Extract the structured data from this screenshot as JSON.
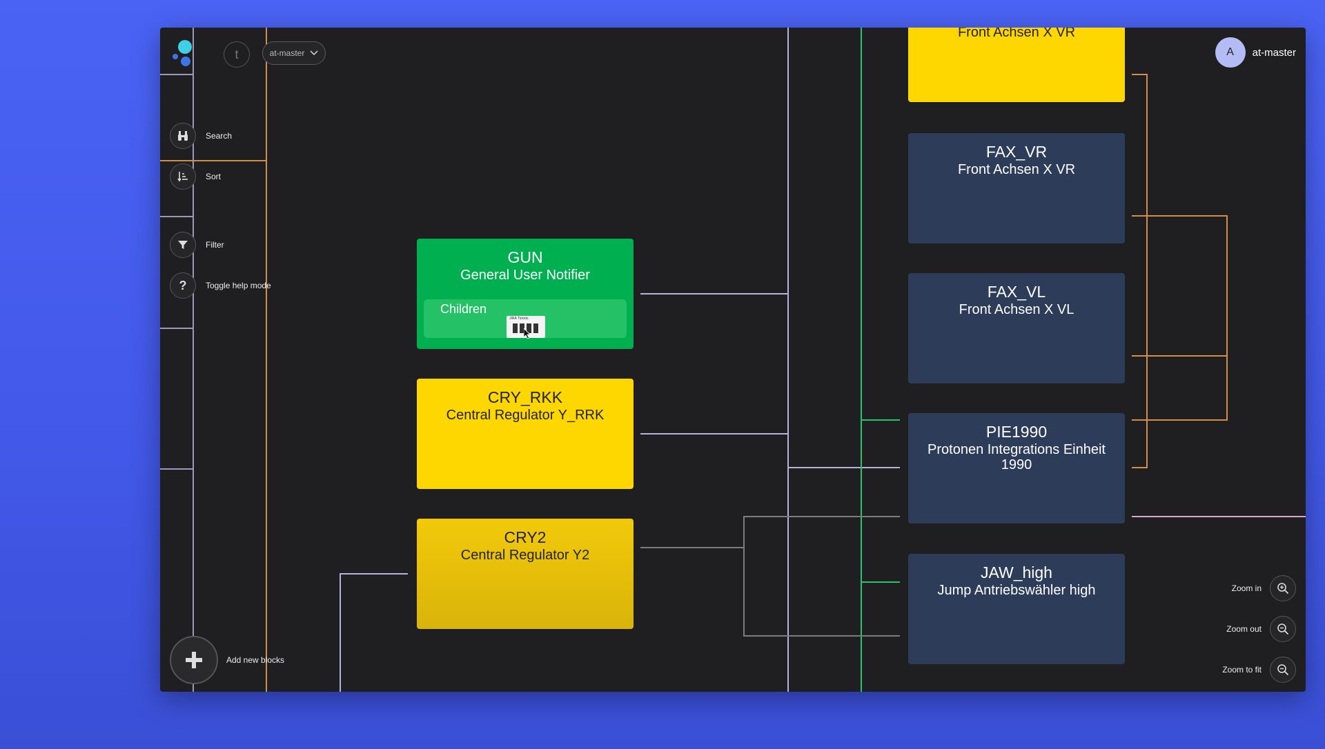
{
  "topbar": {
    "back_glyph": "t",
    "branch_label": "at-master",
    "user_initial": "A",
    "user_name": "at-master"
  },
  "sidebar": {
    "tools": [
      {
        "label": "Search",
        "icon": "binoculars-icon"
      },
      {
        "label": "Sort",
        "icon": "sort-icon"
      },
      {
        "label": "Filter",
        "icon": "filter-icon"
      },
      {
        "label": "Toggle help mode",
        "icon": "help-icon"
      }
    ],
    "add_label": "Add new blocks"
  },
  "zoom": {
    "in_label": "Zoom in",
    "out_label": "Zoom out",
    "fit_label": "Zoom to fit"
  },
  "blocks": {
    "gun": {
      "code": "GUN",
      "name": "General User Notifier",
      "children_label": "Children",
      "thumb_text": "JIRA Tickets"
    },
    "cry_rkk": {
      "code": "CRY_RKK",
      "name": "Central Regulator Y_RRK"
    },
    "cry2": {
      "code": "CRY2",
      "name": "Central Regulator Y2"
    },
    "top_yellow": {
      "name": "Front Achsen X VR"
    },
    "fax_vr": {
      "code": "FAX_VR",
      "name": "Front Achsen X VR"
    },
    "fax_vl": {
      "code": "FAX_VL",
      "name": "Front Achsen X VL"
    },
    "pie1990": {
      "code": "PIE1990",
      "name": "Protonen Integrations Einheit 1990"
    },
    "jaw_high": {
      "code": "JAW_high",
      "name": "Jump Antriebswähler high"
    }
  },
  "colors": {
    "background": "#4a63f5",
    "canvas": "#1f1e20",
    "green_block": "#00b050",
    "yellow_block": "#ffd700",
    "navy_block": "#2d3d59",
    "wire_orange": "#d58e4a",
    "wire_lavender": "#b7b3dd",
    "wire_green": "#27c66a",
    "wire_gray": "#7d7d7d",
    "wire_pink": "#e2a3cf"
  }
}
